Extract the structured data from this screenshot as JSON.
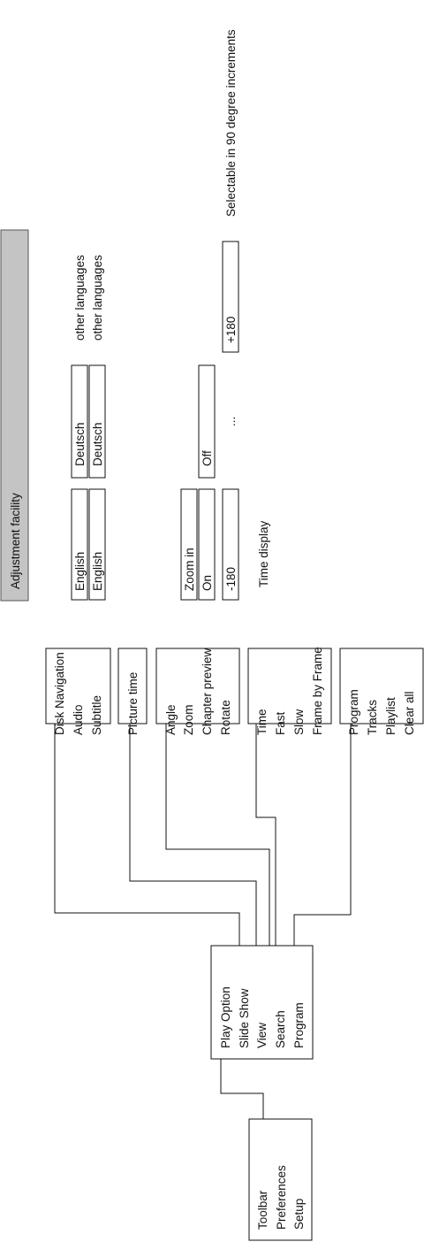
{
  "header": "Adjustment facility",
  "toolbar_menu": [
    "Toolbar",
    "Preferences",
    "Setup"
  ],
  "main_menu": [
    "Play Option",
    "Slide Show",
    "View",
    "Search",
    "Program"
  ],
  "play_option_menu": [
    "Disk Navigation",
    "Audio",
    "Subtitle"
  ],
  "slide_show_menu": [
    "Picture time"
  ],
  "view_menu": [
    "Angle",
    "Zoom",
    "Chapter preview",
    "Rotate"
  ],
  "search_menu": [
    "Time",
    "Fast",
    "Slow",
    "Frame by Frame"
  ],
  "program_menu": [
    "Program",
    "Tracks",
    "Playlist",
    "Clear all"
  ],
  "audio_options": [
    "English",
    "Deutsch"
  ],
  "audio_note": "other languages",
  "subtitle_options": [
    "English",
    "Deutsch"
  ],
  "subtitle_note": "other languages",
  "zoom_option": "Zoom in",
  "chapter_preview_options": [
    "On",
    "Off"
  ],
  "rotate_options": [
    "-180",
    "...",
    "+180"
  ],
  "rotate_note": "Selectable in 90 degree increments",
  "time_note": "Time display"
}
